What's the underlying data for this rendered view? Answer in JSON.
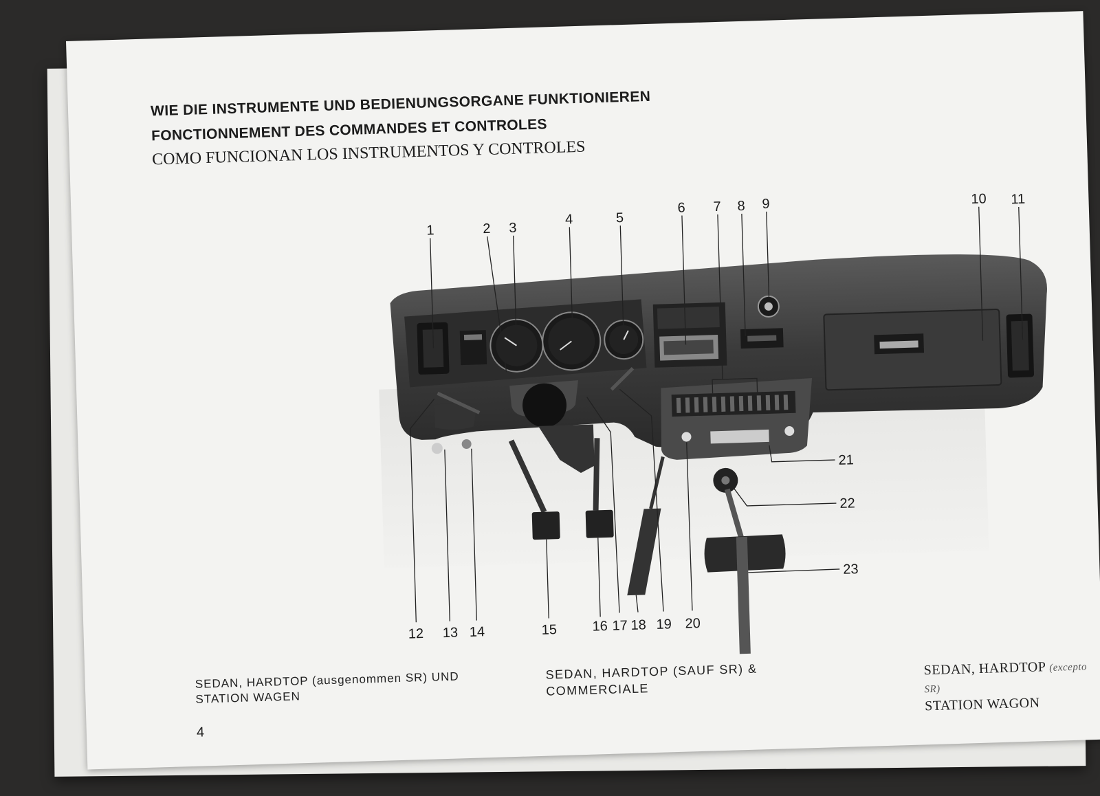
{
  "headings": {
    "german": "WIE DIE INSTRUMENTE UND BEDIENUNGSORGANE FUNKTIONIEREN",
    "french": "FONCTIONNEMENT DES COMMANDES ET CONTROLES",
    "spanish": "COMO FUNCIONAN LOS INSTRUMENTOS Y CONTROLES"
  },
  "callouts": {
    "n1": "1",
    "n2": "2",
    "n3": "3",
    "n4": "4",
    "n5": "5",
    "n6": "6",
    "n7": "7",
    "n8": "8",
    "n9": "9",
    "n10": "10",
    "n11": "11",
    "n12": "12",
    "n13": "13",
    "n14": "14",
    "n15": "15",
    "n16": "16",
    "n17": "17",
    "n18": "18",
    "n19": "19",
    "n20": "20",
    "n21": "21",
    "n22": "22",
    "n23": "23"
  },
  "captions": {
    "german_line1": "SEDAN, HARDTOP (ausgenommen SR) UND",
    "german_line2": "STATION WAGEN",
    "french_line1": "SEDAN, HARDTOP (SAUF SR) &",
    "french_line2": "COMMERCIALE",
    "spanish_line1": "SEDAN, HARDTOP",
    "spanish_paren": "(excepto SR)",
    "spanish_line2": "STATION WAGON"
  },
  "page_number": "4"
}
